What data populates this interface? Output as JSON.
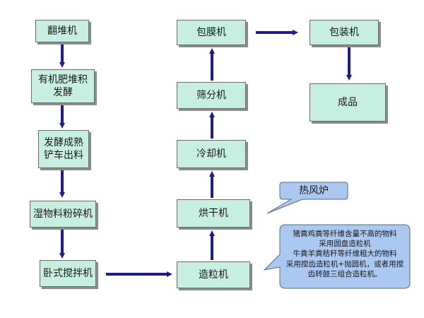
{
  "nodes": {
    "fandui": "翻堆机",
    "fajiao": [
      "有机肥堆积",
      "发酵"
    ],
    "chanche": [
      "发酵成熟",
      "铲车出料"
    ],
    "fensui": "湿物料粉碎机",
    "jiaoban": "卧式搅拌机",
    "zaoli": "造粒机",
    "honggan": "烘干机",
    "lengque": "冷却机",
    "shaifen": "筛分机",
    "baomo": "包膜机",
    "baozhuang": "包装机",
    "chengpin": "成品"
  },
  "callouts": {
    "reqiluo": "热风炉",
    "note": [
      "猪粪鸡粪等纤维含量不高的物料",
      "采用圆盘造粒机",
      "牛粪羊粪秸秆等纤维粗大的物料",
      "采用搅齿造粒机+抛圆机，或者用搅",
      "齿转鼓三组合造粒机。"
    ]
  },
  "colors": {
    "box_fill": "#c6efe2",
    "arrow": "#1f1d8a",
    "callout_fill": "#aac8f0"
  }
}
